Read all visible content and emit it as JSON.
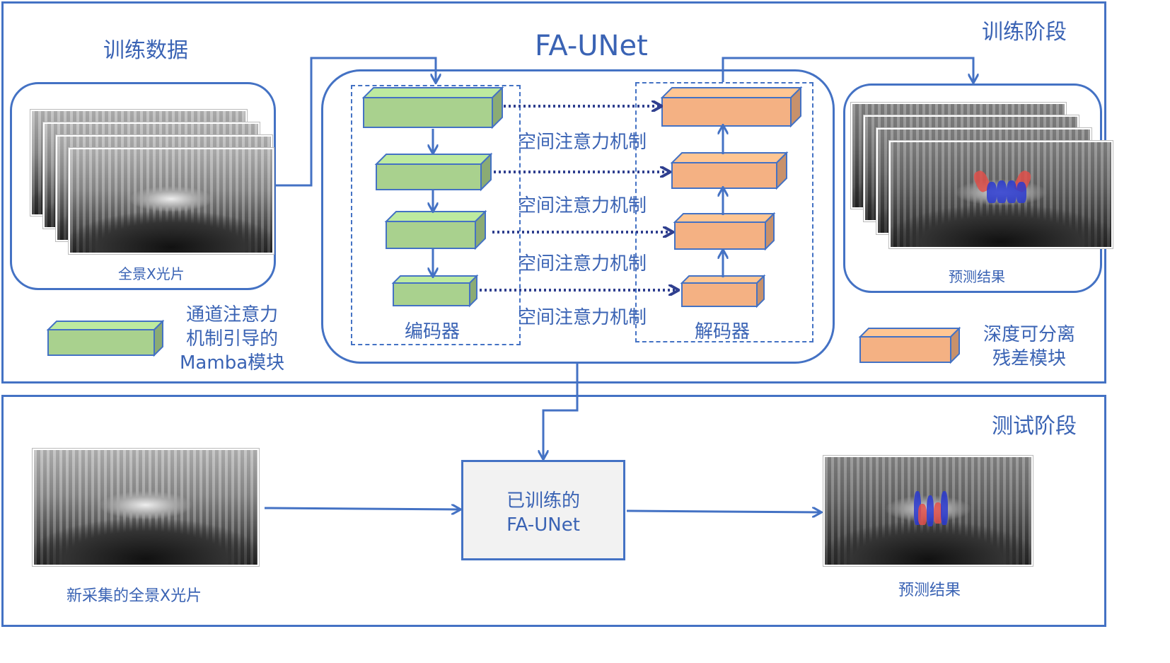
{
  "title": "FA-UNet",
  "training_stage": {
    "label": "训练阶段",
    "training_data_label": "训练数据",
    "input_caption": "全景X光片",
    "output_caption": "预测结果",
    "encoder_label": "编码器",
    "decoder_label": "解码器",
    "skip_connections": [
      "空间注意力机制",
      "空间注意力机制",
      "空间注意力机制",
      "空间注意力机制"
    ],
    "legend": [
      {
        "label_lines": [
          "通道注意力",
          "机制引导的",
          "Mamba模块"
        ],
        "color": "#a9d18e"
      },
      {
        "label_lines": [
          "深度可分离",
          "残差模块"
        ],
        "color": "#f4b183"
      }
    ]
  },
  "testing_stage": {
    "label": "测试阶段",
    "input_caption": "新采集的全景X光片",
    "model_label_lines": [
      "已训练的",
      "FA-UNet"
    ],
    "output_caption": "预测结果"
  },
  "colors": {
    "accent": "#4472c4",
    "encoder_block": "#a9d18e",
    "decoder_block": "#f4b183",
    "model_box_fill": "#f2f2f2",
    "mask_red": "#e0504a",
    "mask_blue": "#2a3ad0"
  }
}
